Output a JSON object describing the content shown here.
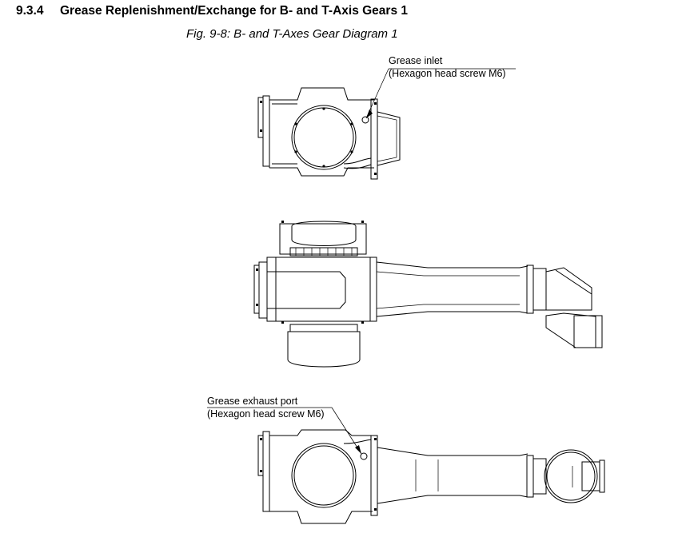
{
  "section": {
    "number": "9.3.4",
    "title": "Grease Replenishment/Exchange for B- and T-Axis Gears 1"
  },
  "figure": {
    "caption": "Fig. 9-8: B- and T-Axes Gear Diagram 1"
  },
  "callouts": {
    "inlet": {
      "line1": "Grease inlet",
      "line2": "(Hexagon head screw M6)"
    },
    "exhaust": {
      "line1": "Grease exhaust port",
      "line2": "(Hexagon head screw M6)"
    }
  }
}
